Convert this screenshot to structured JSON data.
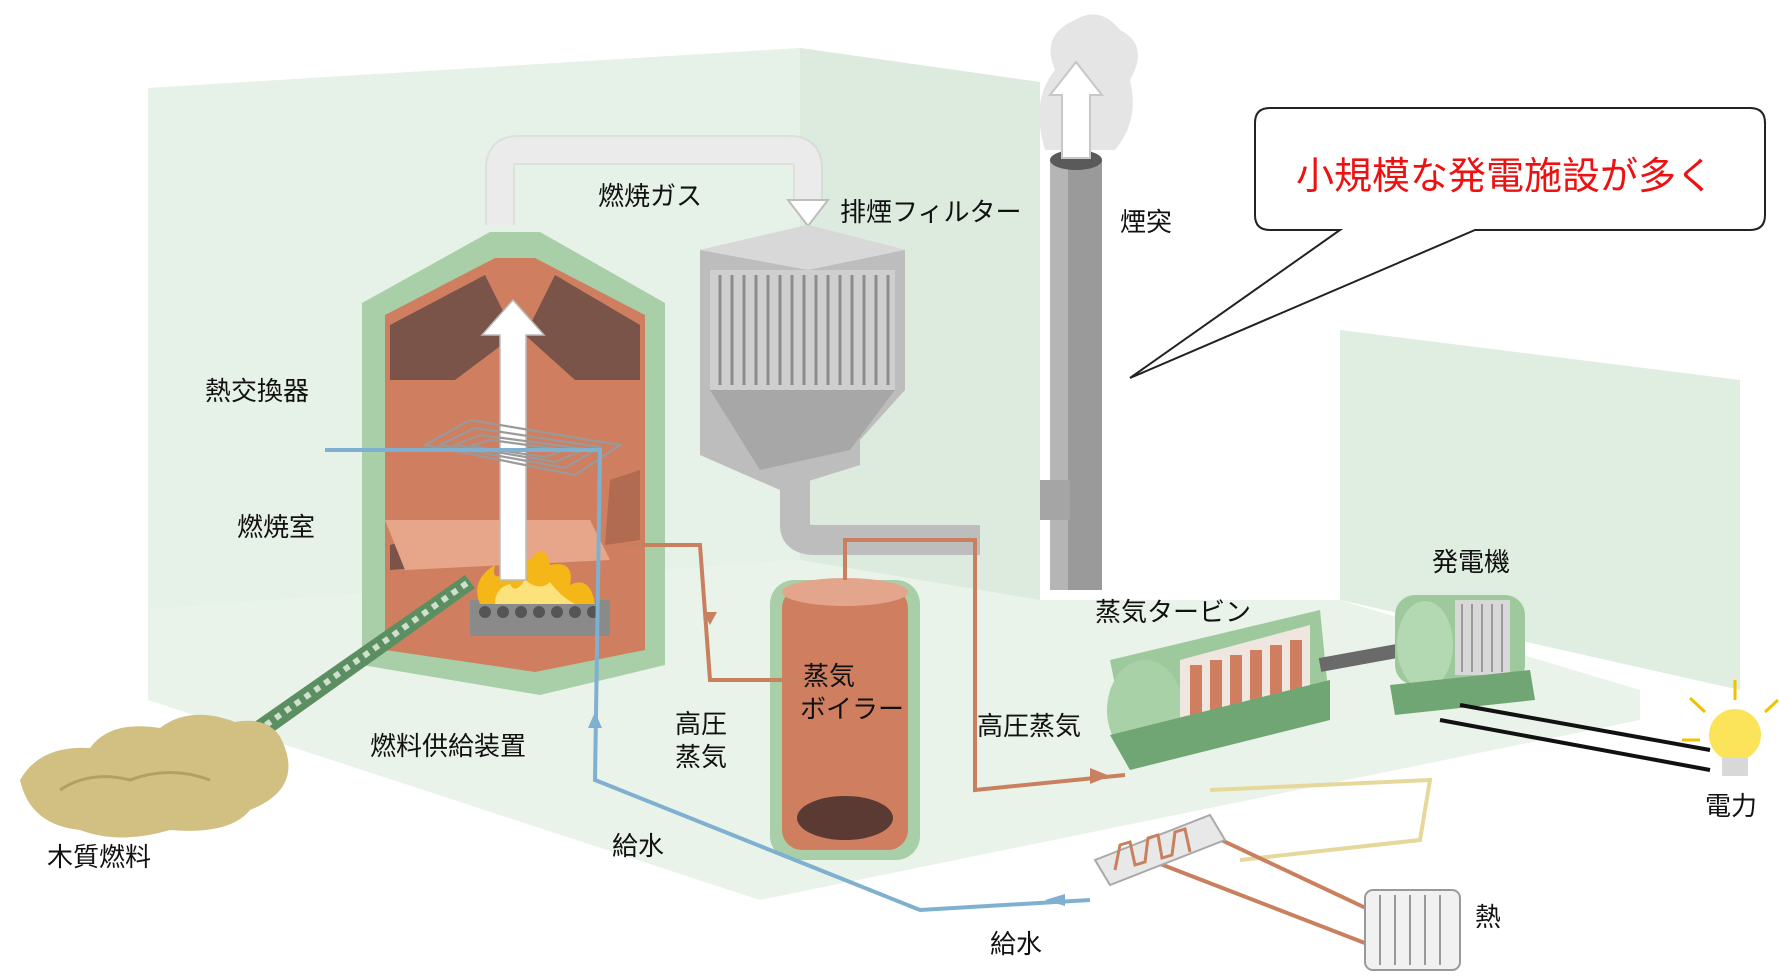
{
  "callout": {
    "text": "小規模な発電施設が多く"
  },
  "labels": {
    "combustion_gas": "燃焼ガス",
    "exhaust_filter": "排煙フィルター",
    "chimney": "煙突",
    "heat_exchanger": "熱交換器",
    "combustion_chamber": "燃焼室",
    "fuel_feeder": "燃料供給装置",
    "wood_fuel": "木質燃料",
    "hp_steam_left_1": "高圧",
    "hp_steam_left_2": "蒸気",
    "boiler_1": "蒸気",
    "boiler_2": "ボイラー",
    "hp_steam": "高圧蒸気",
    "steam_turbine": "蒸気タービン",
    "generator": "発電機",
    "electricity": "電力",
    "feedwater_1": "給水",
    "feedwater_2": "給水",
    "heat": "熱"
  },
  "colors": {
    "wall": "#e3efe4",
    "boiler_shell": "#a9cfa9",
    "boiler_inner": "#d98d6b",
    "pipe_water": "#7fb0d0",
    "pipe_steam": "#c9805e",
    "callout_text": "#ee1111"
  }
}
